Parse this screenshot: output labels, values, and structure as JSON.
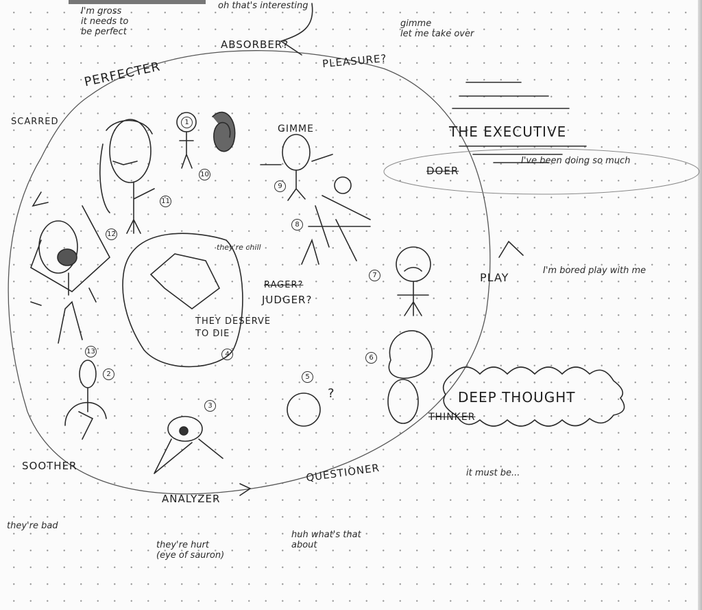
{
  "cycle_labels": {
    "perfecter": "PERFECTER",
    "absorber": "ABSORBER?",
    "pleasure": "PLEASURE?",
    "scarred": "SCARRED",
    "soother": "SOOTHER",
    "analyzer": "ANALYZER",
    "questioner": "QUESTIONER",
    "gimme": "GIMME",
    "rager": "RAGER?",
    "judger": "JUDGER?",
    "they_deserve": "THEY DESERVE TO DIE",
    "play": "PLAY"
  },
  "executive": {
    "title": "THE EXECUTIVE",
    "doer": "DOER",
    "doer_note": "I've been doing so much"
  },
  "deep_thought": {
    "title": "DEEP THOUGHT",
    "thinker": "THINKER",
    "note": "it must be..."
  },
  "notes": {
    "perfect": "I'm gross\nit needs to\nbe perfect",
    "interesting": "oh that's interesting",
    "gimme": "gimme\nlet me take over",
    "play": "I'm bored play with me",
    "chill": "they're chill",
    "bad": "they're bad",
    "hurt": "they're hurt\n(eye of sauron)",
    "huh": "huh what's that\nabout",
    "question": "?"
  },
  "numbers": [
    "1",
    "2",
    "3",
    "4",
    "5",
    "6",
    "7",
    "8",
    "9",
    "10",
    "11",
    "12",
    "13"
  ]
}
